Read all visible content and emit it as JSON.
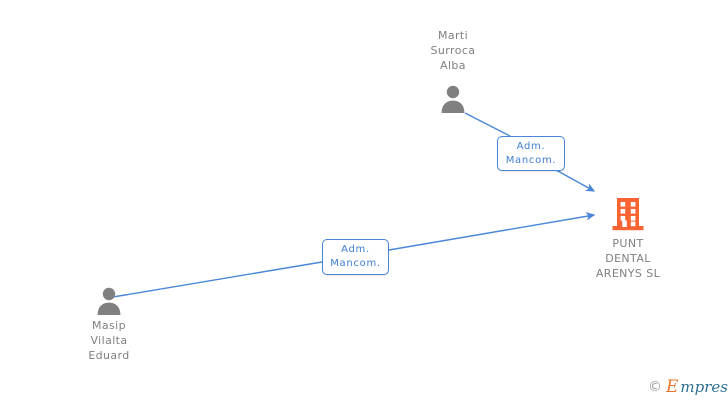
{
  "diagram": {
    "background_color": "#ffffff",
    "edge_color": "#4a87d8",
    "person_icon_color": "#808080",
    "company_icon_color": "#fa6432",
    "label_text_color": "#808080"
  },
  "nodes": {
    "person_top": {
      "name": "Marti\nSurroca\nAlba",
      "icon": "person-icon",
      "type": "person"
    },
    "person_bottom": {
      "name": "Masip\nVilalta\nEduard",
      "icon": "person-icon",
      "type": "person"
    },
    "company": {
      "name": "PUNT\nDENTAL\nARENYS SL",
      "icon": "building-icon",
      "type": "company"
    }
  },
  "relations": [
    {
      "label": "Adm.\nMancom.",
      "from": "person_top",
      "to": "company"
    },
    {
      "label": "Adm.\nMancom.",
      "from": "person_bottom",
      "to": "company"
    }
  ],
  "watermark": {
    "copyright": "©",
    "brand_initial": "E",
    "brand_rest": "mpresia"
  }
}
